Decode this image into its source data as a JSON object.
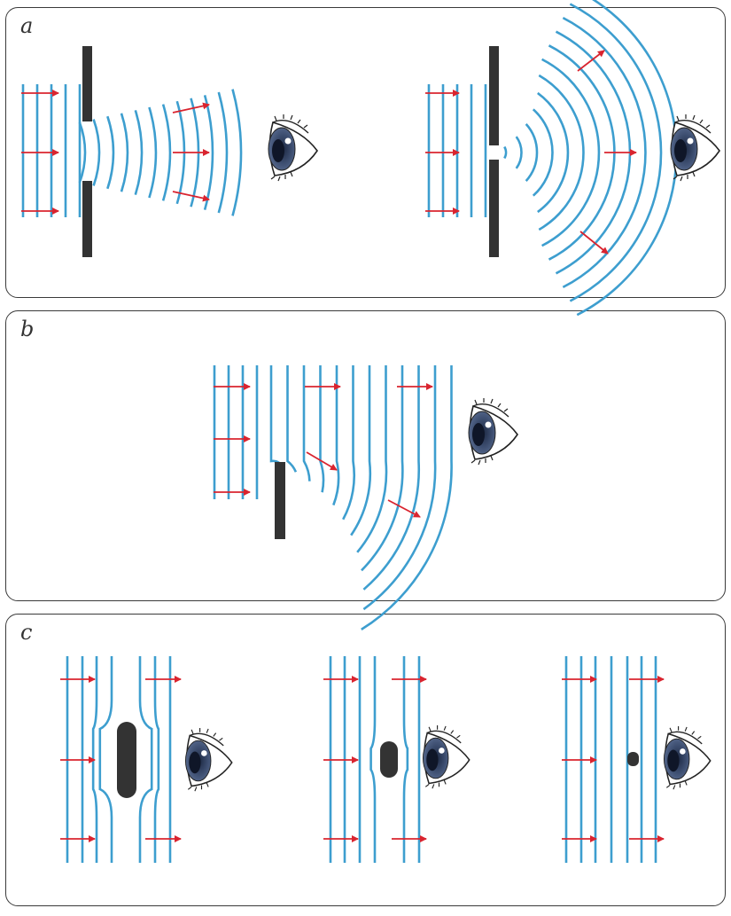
{
  "panels": {
    "a": {
      "label": "a"
    },
    "b": {
      "label": "b"
    },
    "c": {
      "label": "c"
    }
  },
  "colors": {
    "wave": "#3d9ecf",
    "arrow": "#d9242f",
    "barrier": "#333333",
    "iris": "#3d4e70",
    "frame": "#3a3a3a"
  }
}
